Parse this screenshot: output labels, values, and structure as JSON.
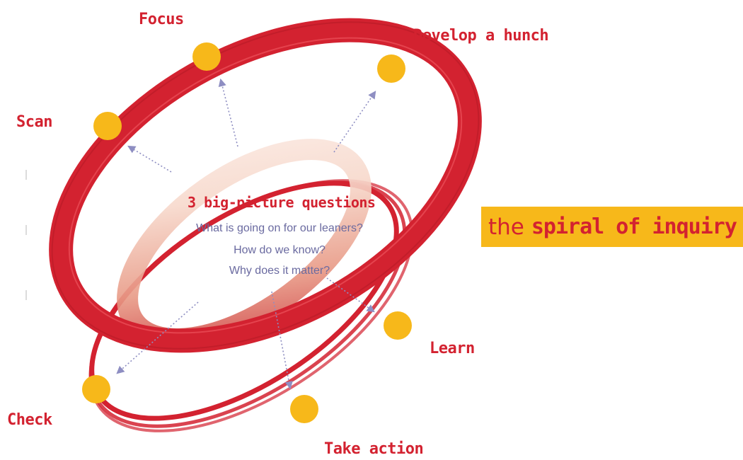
{
  "colors": {
    "ring": "#d32230",
    "ring_highlight": "#f25a63",
    "node": "#f7b81a",
    "arrow": "#8e8ec2",
    "title_bg": "#f7b81a",
    "label": "#d32230"
  },
  "stages": [
    {
      "key": "focus",
      "label": "Focus"
    },
    {
      "key": "develop",
      "label": "Develop a hunch"
    },
    {
      "key": "scan",
      "label": "Scan"
    },
    {
      "key": "learn",
      "label": "Learn"
    },
    {
      "key": "take-action",
      "label": "Take action"
    },
    {
      "key": "check",
      "label": "Check"
    }
  ],
  "center": {
    "heading": "3 big-picture questions",
    "questions": [
      "What is going on for our leaners?",
      "How do we know?",
      "Why does it matter?"
    ]
  },
  "title": {
    "prefix": "the",
    "main": "spiral of inquiry"
  }
}
